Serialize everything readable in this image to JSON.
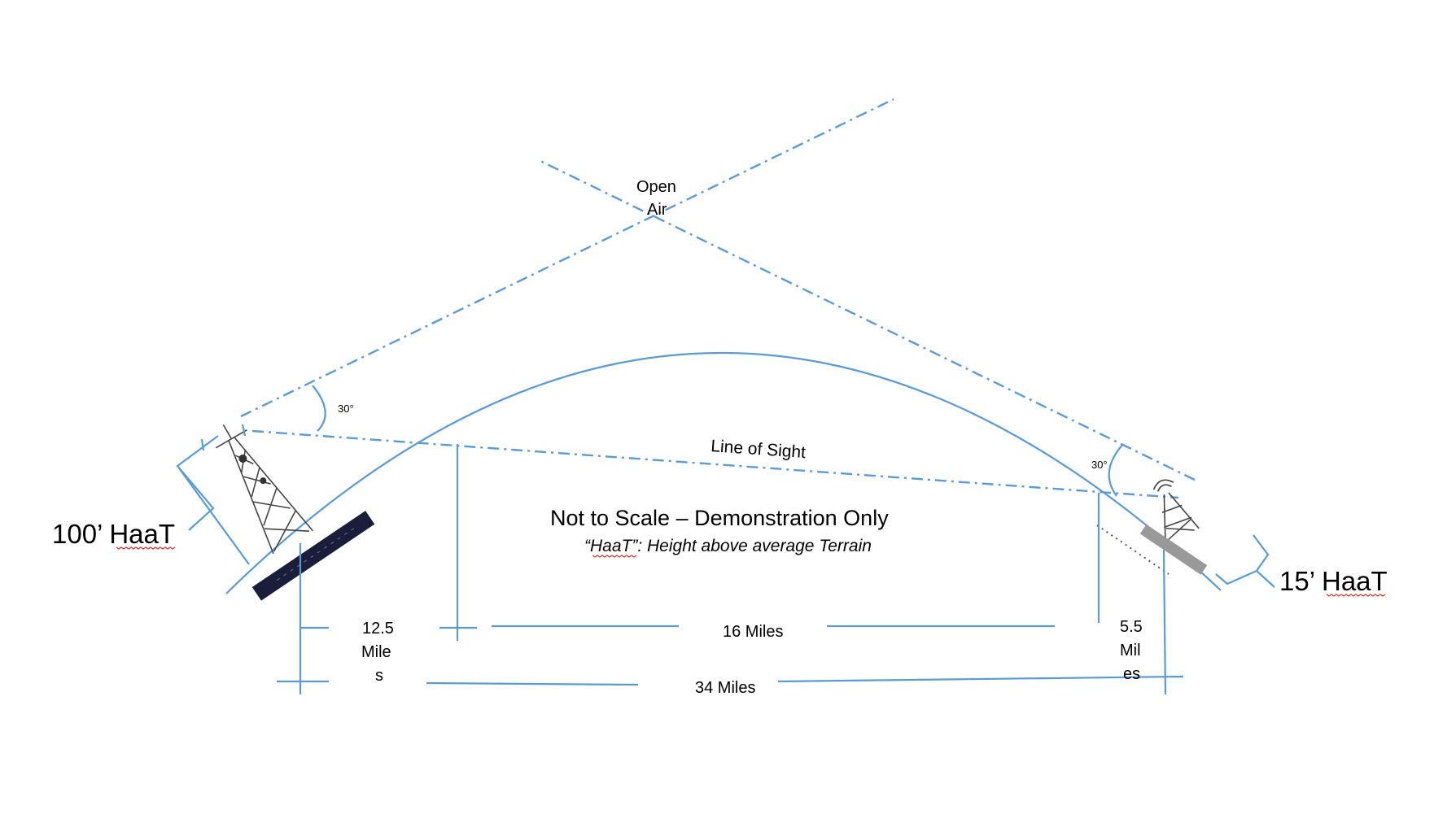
{
  "labels": {
    "left_haat": "100’ HaaT",
    "right_haat": "15’ HaaT",
    "title": "Not to Scale – Demonstration Only",
    "subtitle": "“HaaT”: Height above average Terrain",
    "open_air_line1": "Open",
    "open_air_line2": "Air",
    "line_of_sight": "Line of Sight",
    "angle_left": "30°",
    "angle_right": "30°"
  },
  "distances": {
    "left_line1": "12.5",
    "left_line2": "Mile",
    "left_line3": "s",
    "middle": "16 Miles",
    "right_line1": "5.5",
    "right_line2": "Mil",
    "right_line3": "es",
    "total": "34 Miles"
  },
  "colors": {
    "line": "#5b9bd5",
    "text": "#000000",
    "spellcheck": "#e0302a"
  }
}
